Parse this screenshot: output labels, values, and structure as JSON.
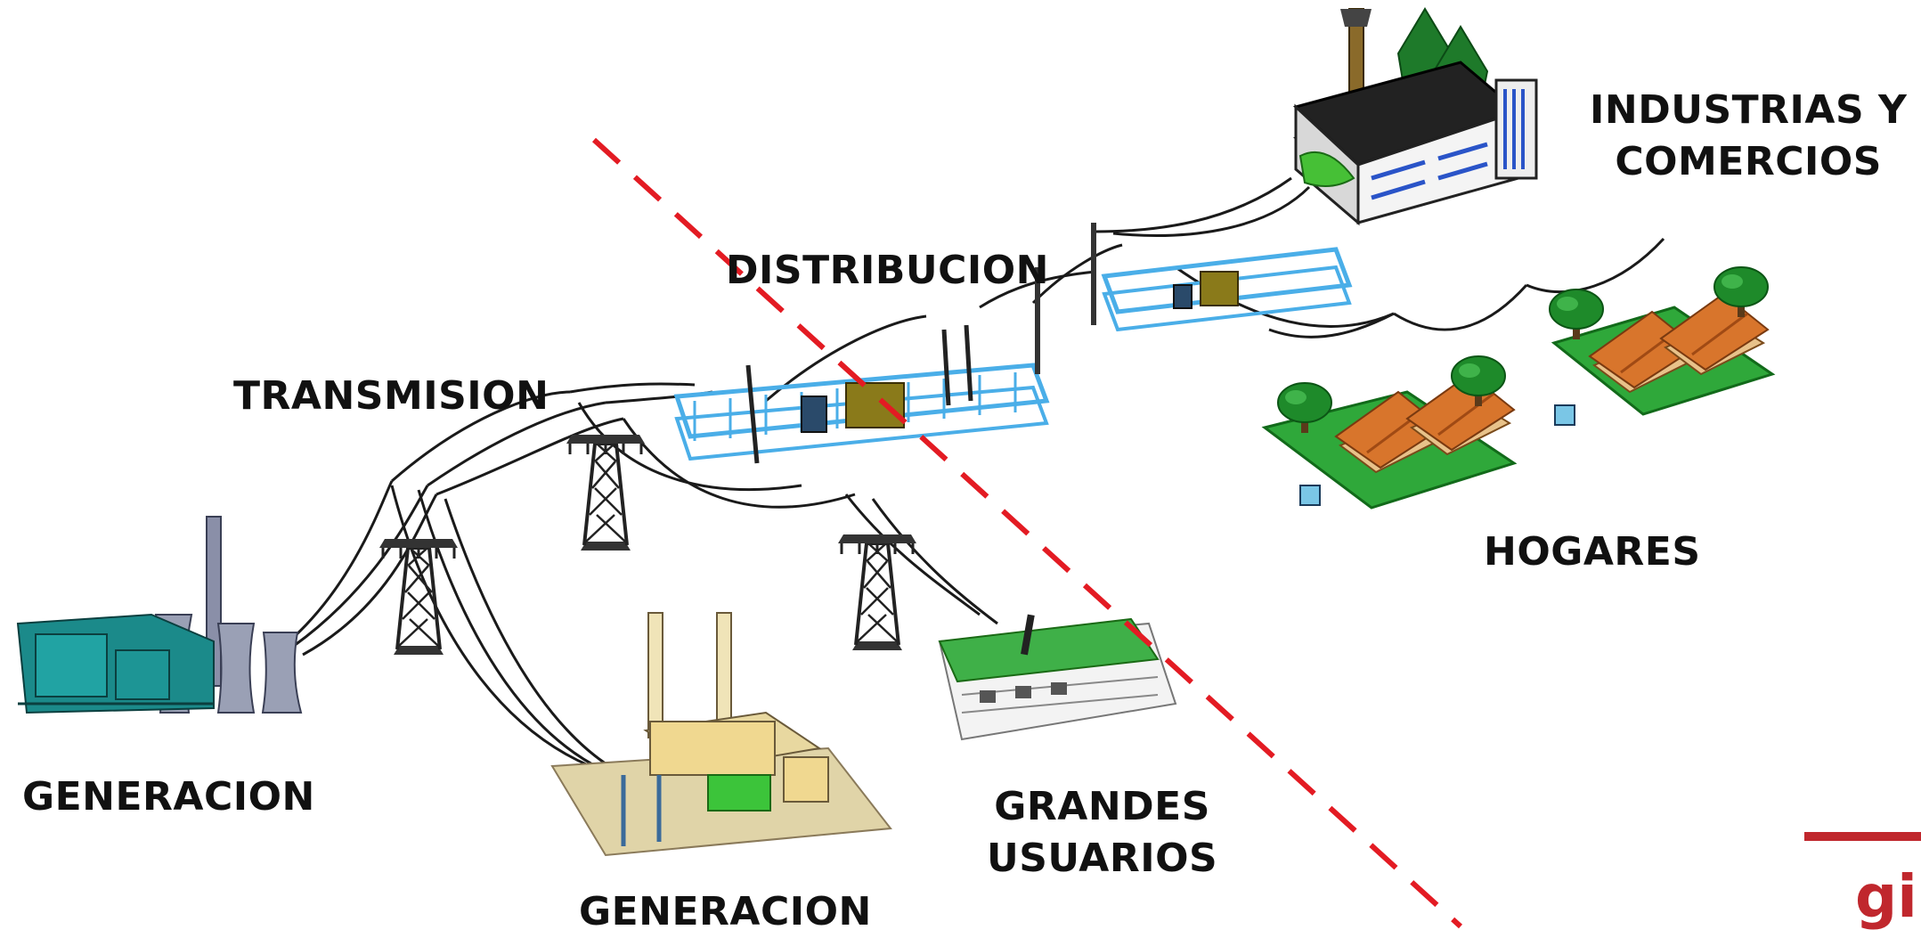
{
  "labels": {
    "industries_line1": "INDUSTRIAS Y",
    "industries_line2": "COMERCIOS",
    "distribution": "DISTRIBUCION",
    "transmission": "TRANSMISION",
    "homes": "HOGARES",
    "generation_left": "GENERACION",
    "generation_bottom": "GENERACION",
    "large_users_line1": "GRANDES",
    "large_users_line2": "USUARIOS"
  },
  "brand": {
    "text": "gi"
  },
  "colors": {
    "dashed_line": "#e31b23",
    "substation_fence": "#4aaee8",
    "brand": "#c0272d",
    "lawn": "#2fa83a",
    "roof": "#d8752c",
    "tower": "#222222"
  },
  "icons": [
    "power-plant-icon",
    "factory-icon",
    "transmission-tower-icon",
    "substation-icon",
    "utility-pole-icon",
    "house-icon",
    "tree-icon",
    "meter-icon",
    "industrial-building-icon"
  ]
}
